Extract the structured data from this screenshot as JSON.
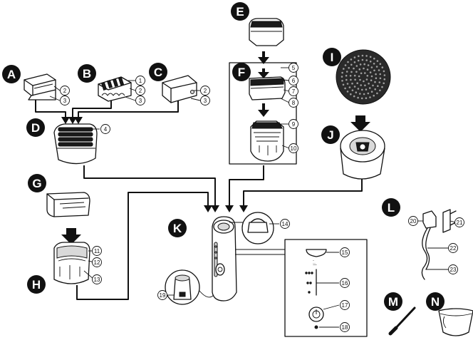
{
  "badges": [
    {
      "key": "A",
      "label": "A"
    },
    {
      "key": "B",
      "label": "B"
    },
    {
      "key": "C",
      "label": "C"
    },
    {
      "key": "D",
      "label": "D"
    },
    {
      "key": "E",
      "label": "E"
    },
    {
      "key": "F",
      "label": "F"
    },
    {
      "key": "G",
      "label": "G"
    },
    {
      "key": "H",
      "label": "H"
    },
    {
      "key": "I",
      "label": "I"
    },
    {
      "key": "J",
      "label": "J"
    },
    {
      "key": "K",
      "label": "K"
    },
    {
      "key": "L",
      "label": "L"
    },
    {
      "key": "M",
      "label": "M"
    },
    {
      "key": "N",
      "label": "N"
    }
  ],
  "callouts": [
    "1",
    "2",
    "3",
    "2",
    "3",
    "2",
    "3",
    "4",
    "5",
    "6",
    "7",
    "8",
    "9",
    "10",
    "11",
    "12",
    "13",
    "14",
    "15",
    "16",
    "17",
    "18",
    "19",
    "20",
    "21",
    "22",
    "23"
  ],
  "colors": {
    "ink": "#111111",
    "paper": "#ffffff",
    "fill_light": "#d9d9d9"
  }
}
